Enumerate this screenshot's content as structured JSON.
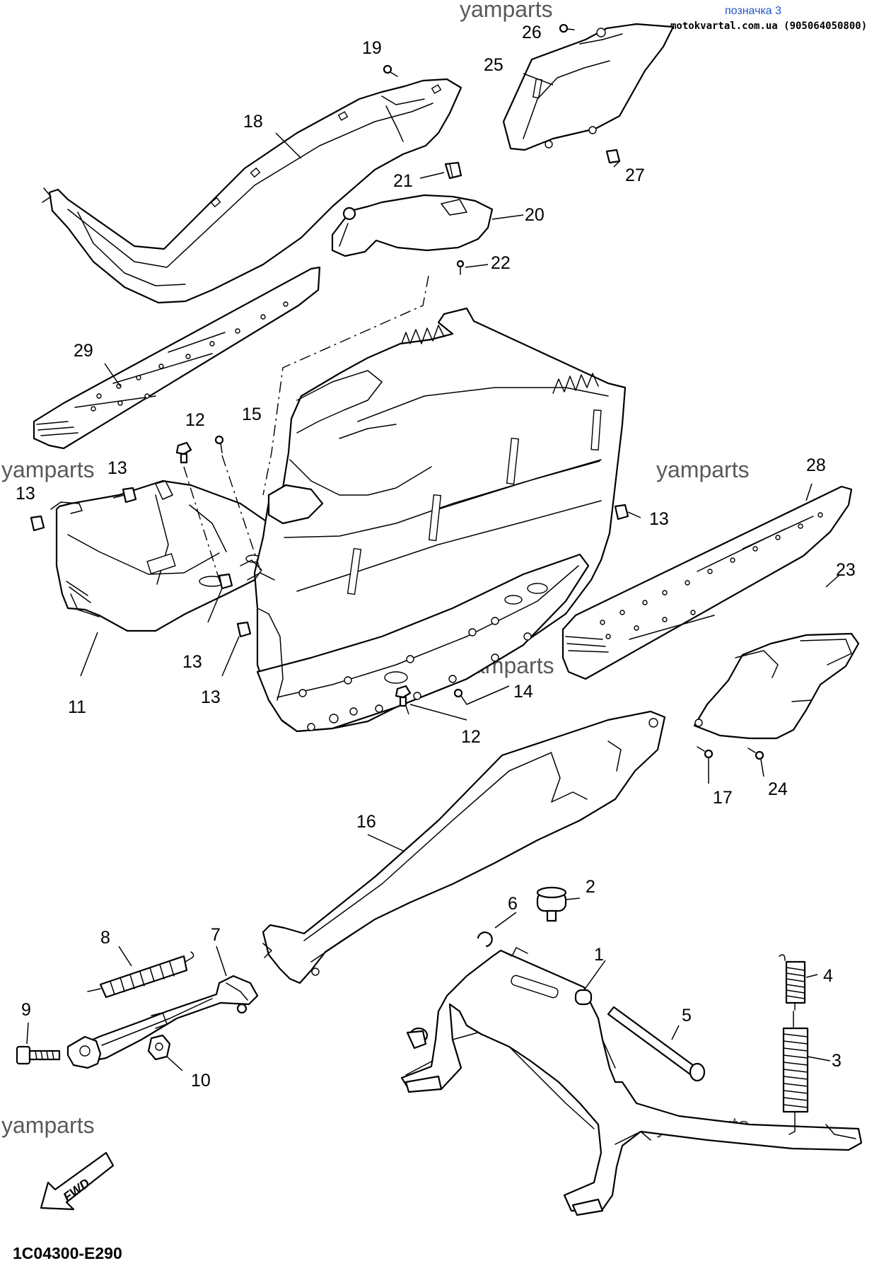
{
  "header": {
    "label": "позначка 3",
    "site": "motokvartal.com.ua (905064050800)"
  },
  "watermarks": [
    "yamparts",
    "yamparts",
    "yamparts",
    "yamparts",
    "yamparts",
    "yamparts"
  ],
  "diagram_code": "1C04300-E290",
  "fwd_label": "FWD",
  "callouts": [
    "1",
    "2",
    "3",
    "4",
    "5",
    "6",
    "7",
    "8",
    "9",
    "10",
    "11",
    "12",
    "12",
    "13",
    "13",
    "13",
    "13",
    "13",
    "14",
    "15",
    "16",
    "17",
    "18",
    "19",
    "20",
    "21",
    "22",
    "23",
    "24",
    "25",
    "26",
    "27",
    "28",
    "29"
  ]
}
